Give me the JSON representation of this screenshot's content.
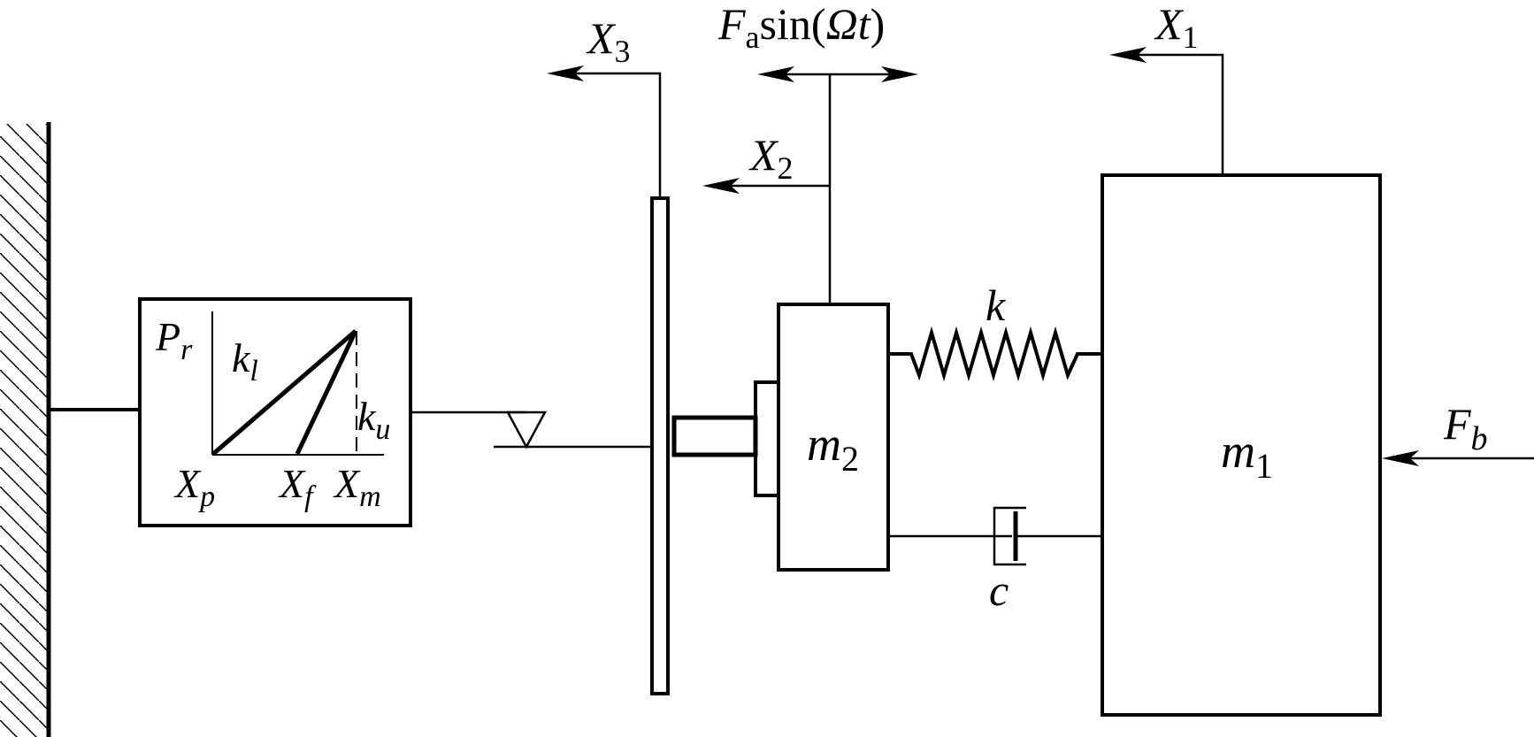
{
  "labels": {
    "X3": {
      "base": "X",
      "sub": "3"
    },
    "X2": {
      "base": "X",
      "sub": "2"
    },
    "X1": {
      "base": "X",
      "sub": "1"
    },
    "force_a": {
      "base": "F",
      "sub": "a",
      "rest": "sin(",
      "omega": "Ω",
      "t": "t",
      "close": ")"
    },
    "Fb": {
      "base": "F",
      "sub": "b"
    },
    "m1": {
      "base": "m",
      "sub": "1"
    },
    "m2": {
      "base": "m",
      "sub": "2"
    },
    "spring": "k",
    "damper": "c",
    "Pr": {
      "base": "P",
      "sub": "r"
    },
    "kl": {
      "base": "k",
      "sub": "l"
    },
    "ku": {
      "base": "k",
      "sub": "u"
    },
    "Xp": {
      "base": "X",
      "sub": "p"
    },
    "Xf": {
      "base": "X",
      "sub": "f"
    },
    "Xm": {
      "base": "X",
      "sub": "m"
    }
  }
}
